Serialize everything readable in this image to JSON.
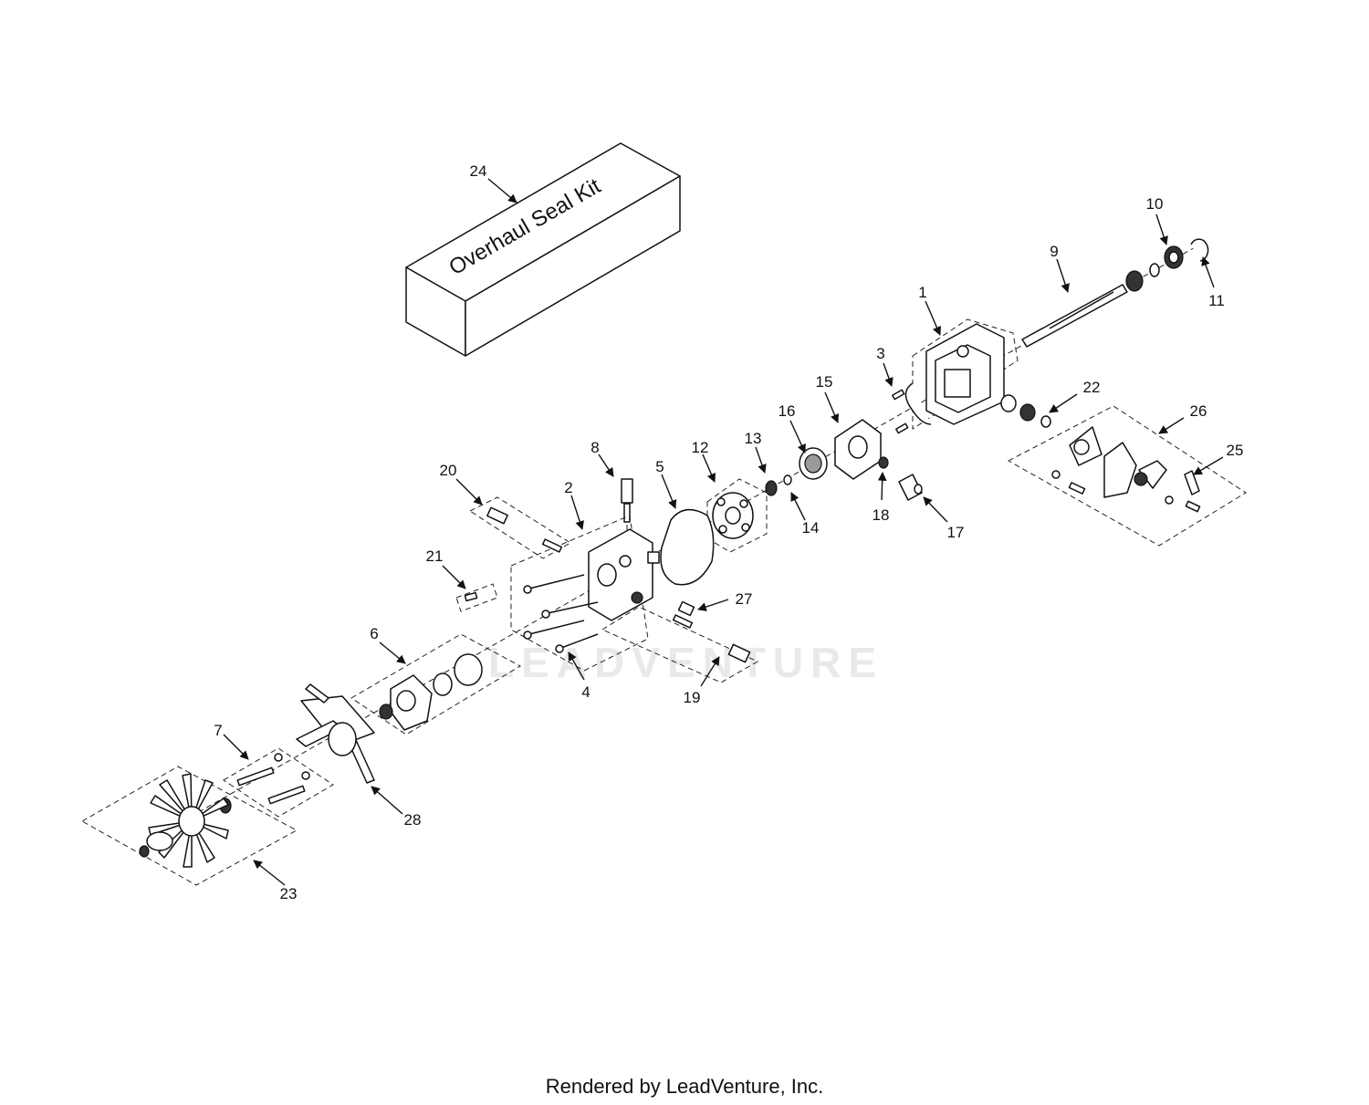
{
  "seal_kit_label": "Overhaul Seal Kit",
  "watermark_text": "LEADVENTURE",
  "footer": "Rendered by LeadVenture, Inc.",
  "callouts": [
    {
      "id": "1",
      "text": "1"
    },
    {
      "id": "2",
      "text": "2"
    },
    {
      "id": "3",
      "text": "3"
    },
    {
      "id": "4",
      "text": "4"
    },
    {
      "id": "5",
      "text": "5"
    },
    {
      "id": "6",
      "text": "6"
    },
    {
      "id": "7",
      "text": "7"
    },
    {
      "id": "8",
      "text": "8"
    },
    {
      "id": "9",
      "text": "9"
    },
    {
      "id": "10",
      "text": "10"
    },
    {
      "id": "11",
      "text": "11"
    },
    {
      "id": "12",
      "text": "12"
    },
    {
      "id": "13",
      "text": "13"
    },
    {
      "id": "14",
      "text": "14"
    },
    {
      "id": "15",
      "text": "15"
    },
    {
      "id": "16",
      "text": "16"
    },
    {
      "id": "17",
      "text": "17"
    },
    {
      "id": "18",
      "text": "18"
    },
    {
      "id": "19",
      "text": "19"
    },
    {
      "id": "20",
      "text": "20"
    },
    {
      "id": "21",
      "text": "21"
    },
    {
      "id": "22",
      "text": "22"
    },
    {
      "id": "23",
      "text": "23"
    },
    {
      "id": "24",
      "text": "24"
    },
    {
      "id": "25",
      "text": "25"
    },
    {
      "id": "26",
      "text": "26"
    },
    {
      "id": "27",
      "text": "27"
    },
    {
      "id": "28",
      "text": "28"
    }
  ]
}
